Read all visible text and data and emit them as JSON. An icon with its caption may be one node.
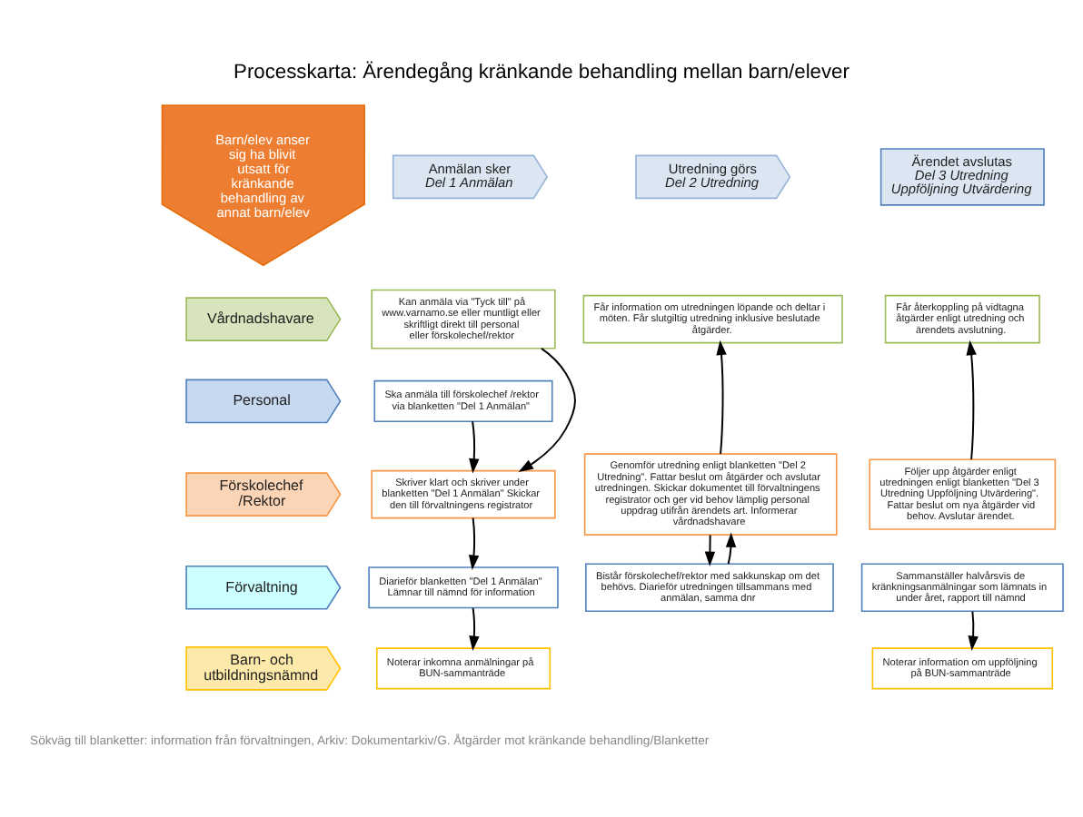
{
  "diagram": {
    "title": "Processkarta: Ärendegång kränkande behandling mellan barn/elever",
    "nodes": [
      {
        "text": [
          "Barn/elev anser sig ha blivit utsatt för kränkande behandling av annat barn/elev"
        ]
      },
      {
        "text": [
          "Anmälan sker",
          "Del 1 Anmälan"
        ]
      },
      {
        "text": [
          "Utredning görs",
          "Del 2 Utredning"
        ]
      },
      {
        "text": [
          "Ärendet avslutas",
          "Del 3 Utredning Uppföljning Utvärdering"
        ]
      },
      {
        "text": [
          "Vårdnadshavare"
        ]
      },
      {
        "text": [
          "Kan anmäla via \"Tyck till\" på www.varnamo.se eller muntligt eller skriftligt direkt till personal eller förskolechef/rektor"
        ]
      },
      {
        "text": [
          "Får information om utredningen löpande och deltar i möten. Får slutgiltig utredning inklusive beslutade åtgärder."
        ]
      },
      {
        "text": [
          "Får återkoppling på vidtagna åtgärder enligt utredning och ärendets avslutning."
        ]
      },
      {
        "text": [
          "Personal"
        ]
      },
      {
        "text": [
          "Ska anmäla till förskolechef /rektor via blanketten \"Del 1 Anmälan\""
        ]
      },
      {
        "text": [
          "Förskolechef /Rektor"
        ]
      },
      {
        "text": [
          "Skriver klart och skriver under blanketten \"Del 1 Anmälan\" Skickar den till förvaltningens registrator"
        ]
      },
      {
        "text": [
          "Genomför utredning enligt blanketten \"Del 2 Utredning\". Fattar beslut om åtgärder och avslutar utredningen. Skickar dokumentet till förvaltningens registrator och ger vid behov lämplig personal uppdrag utifrån ärendets art. Informerar vårdnadshavare"
        ]
      },
      {
        "text": [
          "Följer upp åtgärder enligt utredningen enligt blanketten \"Del 3 Utredning Uppföljning Utvärdering\". Fattar beslut om nya åtgärder vid behov. Avslutar ärendet."
        ]
      },
      {
        "text": [
          "Förvaltning"
        ]
      },
      {
        "text": [
          "Diarieför blanketten \"Del 1 Anmälan\" Lämnar till nämnd för information"
        ]
      },
      {
        "text": [
          "Bistår förskolechef/rektor med sakkunskap om det behövs. Diarieför utredningen tillsammans med anmälan, samma dnr"
        ]
      },
      {
        "text": [
          "Sammanställer halvårsvis de kränkningsanmälningar som lämnats in under året, rapport till nämnd"
        ]
      },
      {
        "text": [
          "Barn- och utbildningsnämnd"
        ]
      },
      {
        "text": [
          "Noterar inkomna anmälningar på BUN-sammanträde"
        ]
      },
      {
        "text": [
          "Noterar information om uppföljning på BUN-sammanträde"
        ]
      }
    ],
    "edges": [
      {
        "from": 5,
        "to": 11,
        "arrow": "to"
      },
      {
        "from": 9,
        "to": 11,
        "arrow": "to"
      },
      {
        "from": 11,
        "to": 15,
        "arrow": "to"
      },
      {
        "from": 15,
        "to": 19,
        "arrow": "to"
      },
      {
        "from": 12,
        "to": 6,
        "arrow": "to"
      },
      {
        "from": 12,
        "to": 16,
        "arrow": "to"
      },
      {
        "from": 16,
        "to": 12,
        "arrow": "to"
      },
      {
        "from": 13,
        "to": 7,
        "arrow": "to"
      },
      {
        "from": 17,
        "to": 20,
        "arrow": "to"
      }
    ],
    "labels": [
      "Sökväg till blanketter: information från förvaltningen, Arkiv: Dokumentarkiv/G. Åtgärder mot kränkande behandling/Blanketter"
    ]
  }
}
